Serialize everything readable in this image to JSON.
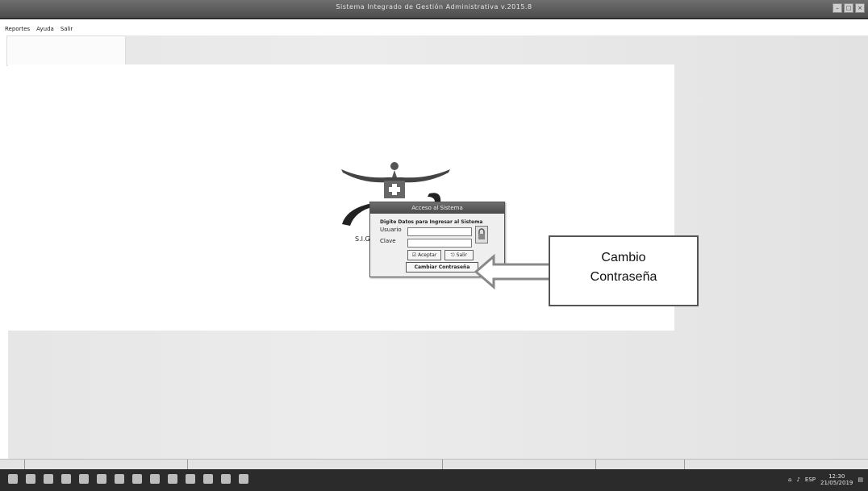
{
  "window": {
    "title": "Sistema Integrado de Gestión Administrativa v.2015.8"
  },
  "menu": {
    "items": [
      "Reportes",
      "Ayuda",
      "Salir"
    ]
  },
  "brand": {
    "text": "S.I.G."
  },
  "login_dialog": {
    "title": "Acceso al Sistema",
    "prompt": "Digite Datos para Ingresar al Sistema",
    "user_label": "Usuario",
    "user_value": "",
    "password_label": "Clave",
    "password_value": "",
    "accept_label": "Aceptar",
    "exit_label": "Salir",
    "change_password_label": "Cambiar Contraseña"
  },
  "callout": {
    "line1": "Cambio",
    "line2": "Contraseña"
  },
  "taskbar": {
    "tray_lang": "ESP",
    "clock_time": "12:30",
    "clock_date": "21/05/2019"
  },
  "colors": {
    "titlebar": "#5a5a5a",
    "taskbar": "#2b2b2b",
    "arrow": "#888888"
  }
}
